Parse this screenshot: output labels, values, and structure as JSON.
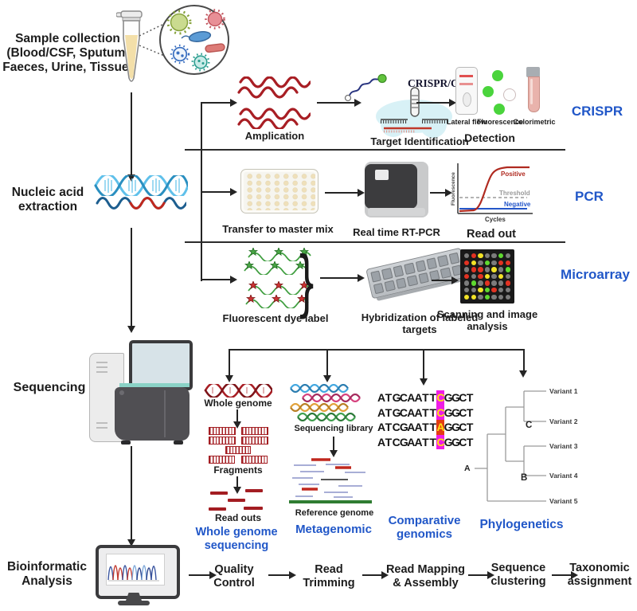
{
  "palette": {
    "accent_blue": "#2157c8",
    "dark_red": "#a81e24",
    "line": "#242424"
  },
  "sample": {
    "title": "Sample collection\n(Blood/CSF, Sputum,\nFaeces, Urine, Tissue)"
  },
  "extraction": {
    "title": "Nucleic acid\nextraction"
  },
  "sequencing": {
    "title": "Sequencing"
  },
  "bioinformatics": {
    "title": "Bioinformatic\nAnalysis"
  },
  "crispr_row": {
    "amplification": "Amplication",
    "crispr_cas": "CRISPR/Cas",
    "target_identification": "Target Identification",
    "lateral_flow": "Lateral flow",
    "fluorescence": "Fluorescence",
    "colorimetric": "Colorimetric",
    "detection": "Detection",
    "row_label": "CRISPR"
  },
  "pcr_row": {
    "master_mix": "Transfer to master mix",
    "rt_pcr": "Real time RT-PCR",
    "read_out": "Read out",
    "row_label": "PCR",
    "graph": {
      "ylabel": "Fluorescence",
      "xlabel": "Cycles",
      "positive": "Positive",
      "threshold": "Threshold",
      "negative": "Negative"
    }
  },
  "microarray_row": {
    "dye": "Fluorescent dye label",
    "hybridization": "Hybridization of labeled\ntargets",
    "scanning": "Scanning and image\nanalysis",
    "row_label": "Microarray",
    "dot_colors": {
      "gray": "#7c7c7c",
      "red": "#e23222",
      "yellow": "#f2e227",
      "green": "#5fd930"
    },
    "scan_grid": [
      [
        "gray",
        "red",
        "yellow",
        "gray",
        "gray",
        "green",
        "gray"
      ],
      [
        "red",
        "yellow",
        "gray",
        "green",
        "gray",
        "red",
        "red"
      ],
      [
        "gray",
        "red",
        "red",
        "gray",
        "yellow",
        "gray",
        "green"
      ],
      [
        "red",
        "gray",
        "red",
        "yellow",
        "gray",
        "yellow",
        "gray"
      ],
      [
        "gray",
        "green",
        "gray",
        "red",
        "gray",
        "gray",
        "red"
      ],
      [
        "gray",
        "gray",
        "yellow",
        "green",
        "red",
        "gray",
        "gray"
      ],
      [
        "yellow",
        "yellow",
        "gray",
        "green",
        "gray",
        "gray",
        "gray"
      ]
    ]
  },
  "branches": {
    "wgs": {
      "whole_genome": "Whole genome",
      "fragments": "Fragments",
      "read_outs": "Read outs",
      "title": "Whole genome\nsequencing"
    },
    "metagenomic": {
      "library": "Sequencing library",
      "reference": "Reference genome",
      "title": "Metagenomic"
    },
    "comparative": {
      "title": "Comparative\ngenomics",
      "highlight_index": 8,
      "hl_colors": {
        "magenta": "#ef1de5",
        "red": "#e33d12"
      },
      "sequences": [
        {
          "seq": "ATGCAATTCGGCT",
          "hl": "magenta"
        },
        {
          "seq": "ATGCAATTCGGCT",
          "hl": "magenta"
        },
        {
          "seq": "ATCGAATTAGGCT",
          "hl": "red"
        },
        {
          "seq": "ATCGAATTCGGCT",
          "hl": "magenta"
        }
      ]
    },
    "phylogenetics": {
      "title": "Phylogenetics",
      "root": "A",
      "clade_b": "B",
      "clade_c": "C",
      "leaves": [
        "Variant 1",
        "Variant 2",
        "Variant 3",
        "Variant 4",
        "Variant 5"
      ]
    }
  },
  "pipeline": {
    "steps": [
      "Quality\nControl",
      "Read\nTrimming",
      "Read Mapping\n& Assembly",
      "Sequence\nclustering",
      "Taxonomic\nassignment"
    ]
  }
}
